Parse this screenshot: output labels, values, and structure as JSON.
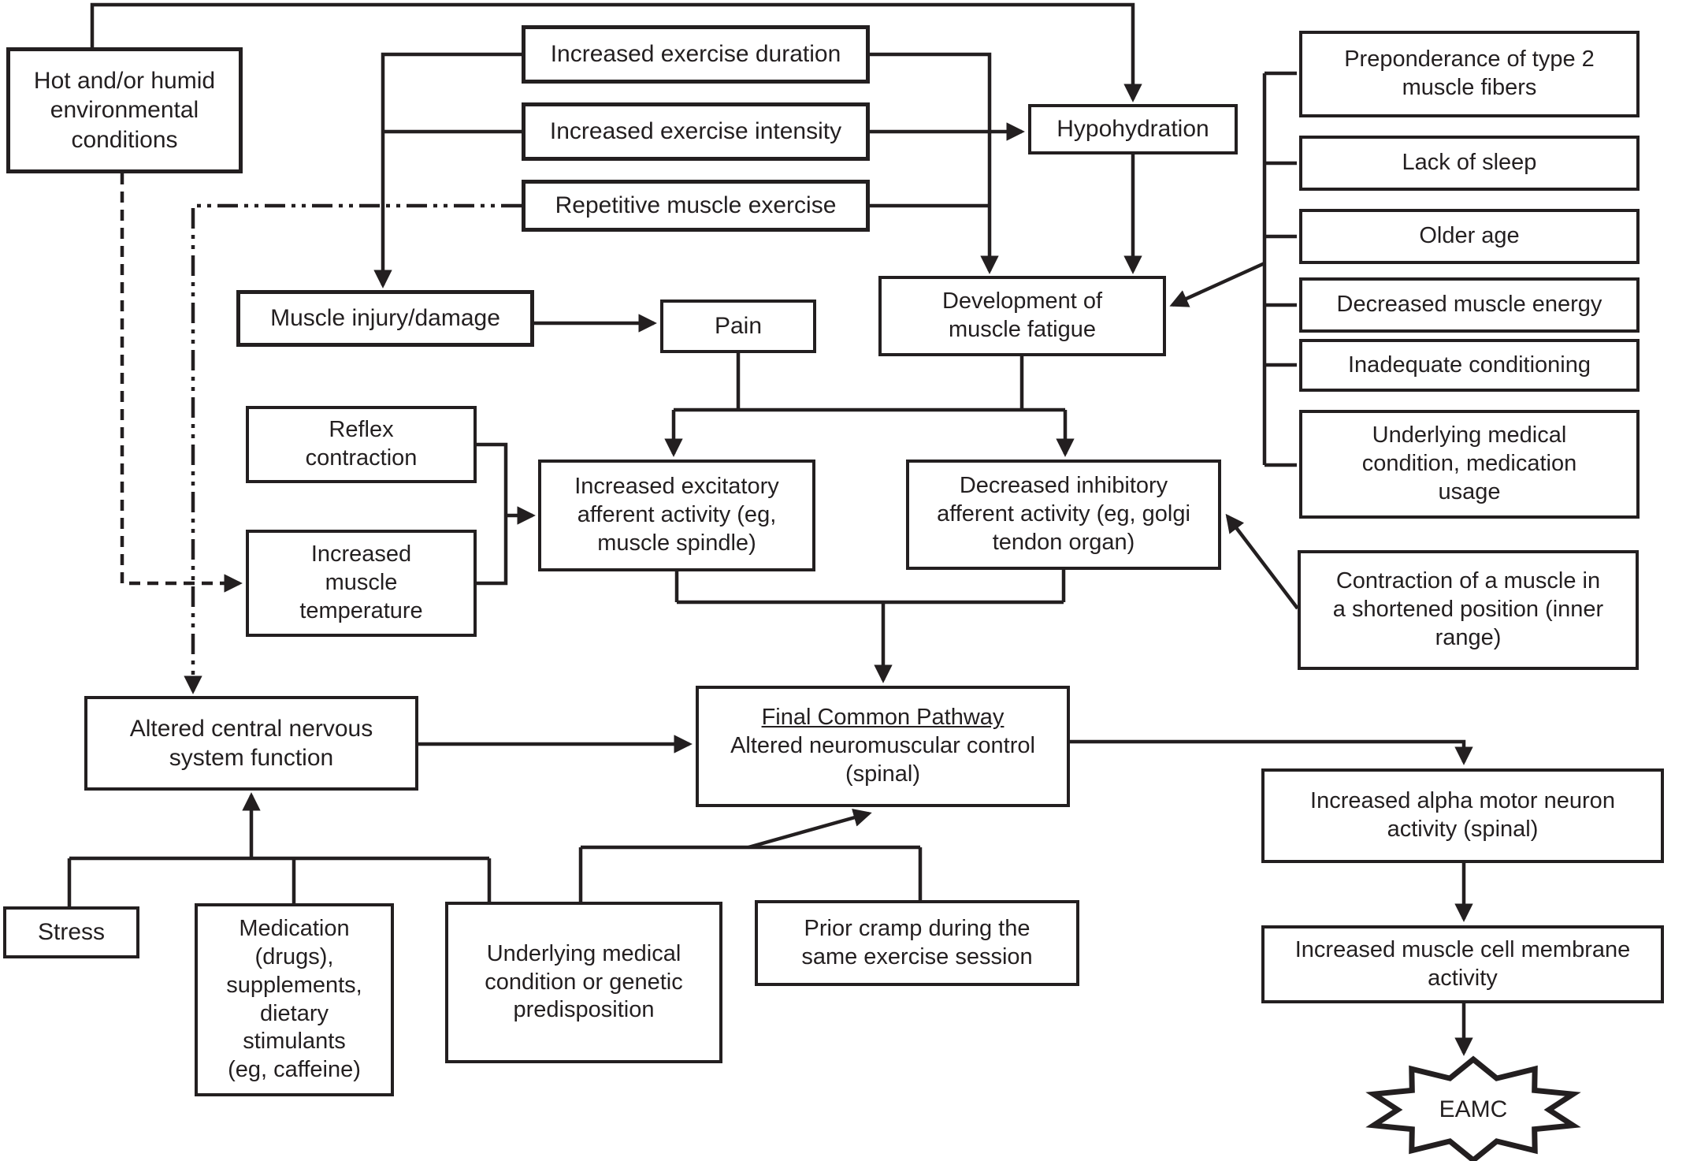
{
  "title": "Exercise-associated muscle cramp (EAMC) pathway flowchart",
  "colors": {
    "line": "#231f20",
    "box_fill": "#ffffff"
  },
  "nodes": {
    "hot_humid": "Hot and/or humid\nenvironmental\nconditions",
    "duration": "Increased exercise duration",
    "intensity": "Increased exercise intensity",
    "repetitive": "Repetitive muscle exercise",
    "hypohydration": "Hypohydration",
    "injury": "Muscle injury/damage",
    "pain": "Pain",
    "fatigue": "Development of\nmuscle fatigue",
    "reflex": "Reflex\ncontraction",
    "temperature": "Increased\nmuscle\ntemperature",
    "excitatory": "Increased excitatory\nafferent activity (eg,\nmuscle spindle)",
    "inhibitory": "Decreased inhibitory\nafferent activity (eg, golgi\ntendon organ)",
    "type2": "Preponderance of type 2\nmuscle fibers",
    "sleep": "Lack of sleep",
    "older": "Older age",
    "energy": "Decreased muscle energy",
    "conditioning": "Inadequate conditioning",
    "underlying_usage": "Underlying medical\ncondition, medication\nusage",
    "contraction": "Contraction of a muscle in\na shortened position (inner\nrange)",
    "altered_cns": "Altered central nervous\nsystem function",
    "fcp_title": "Final Common Pathway",
    "fcp_line2": "Altered neuromuscular control",
    "fcp_line3": "(spinal)",
    "stress": "Stress",
    "medication": "Medication\n(drugs),\nsupplements,\ndietary\nstimulants\n(eg, caffeine)",
    "underlying_genetic": "Underlying medical\ncondition or genetic\npredisposition",
    "prior_cramp": "Prior cramp during the\nsame exercise session",
    "alpha": "Increased alpha motor neuron\nactivity (spinal)",
    "membrane": "Increased muscle cell membrane\nactivity",
    "eamc": "EAMC"
  }
}
